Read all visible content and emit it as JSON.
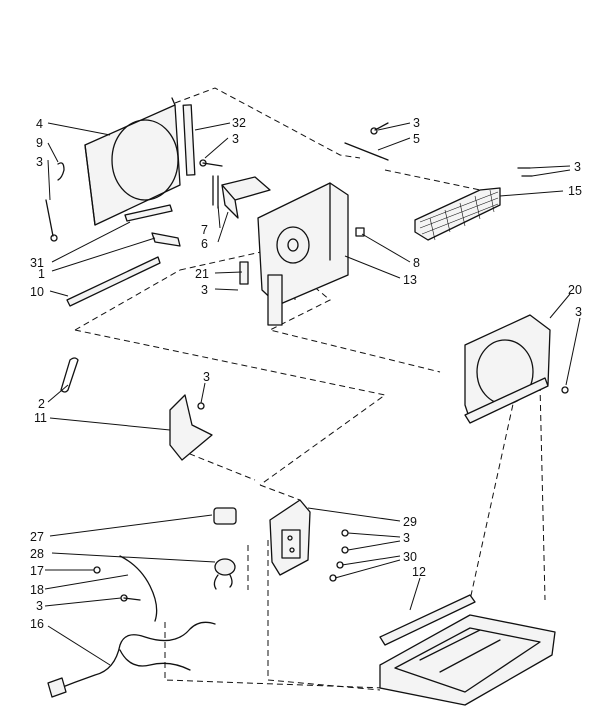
{
  "diagram": {
    "callouts": {
      "c4": "4",
      "c32": "32",
      "c3_a": "3",
      "c3_b": "3",
      "c5": "5",
      "c9": "9",
      "c3_c": "3",
      "c3_d": "3",
      "c15": "15",
      "c7": "7",
      "c6": "6",
      "c31": "31",
      "c1": "1",
      "c8": "8",
      "c10": "10",
      "c21": "21",
      "c3_e": "3",
      "c13": "13",
      "c20": "20",
      "c3_f": "3",
      "c2": "2",
      "c3_g": "3",
      "c11": "11",
      "c27": "27",
      "c29": "29",
      "c28": "28",
      "c3_h": "3",
      "c30": "30",
      "c17": "17",
      "c12": "12",
      "c18": "18",
      "c3_i": "3",
      "c16": "16"
    }
  }
}
